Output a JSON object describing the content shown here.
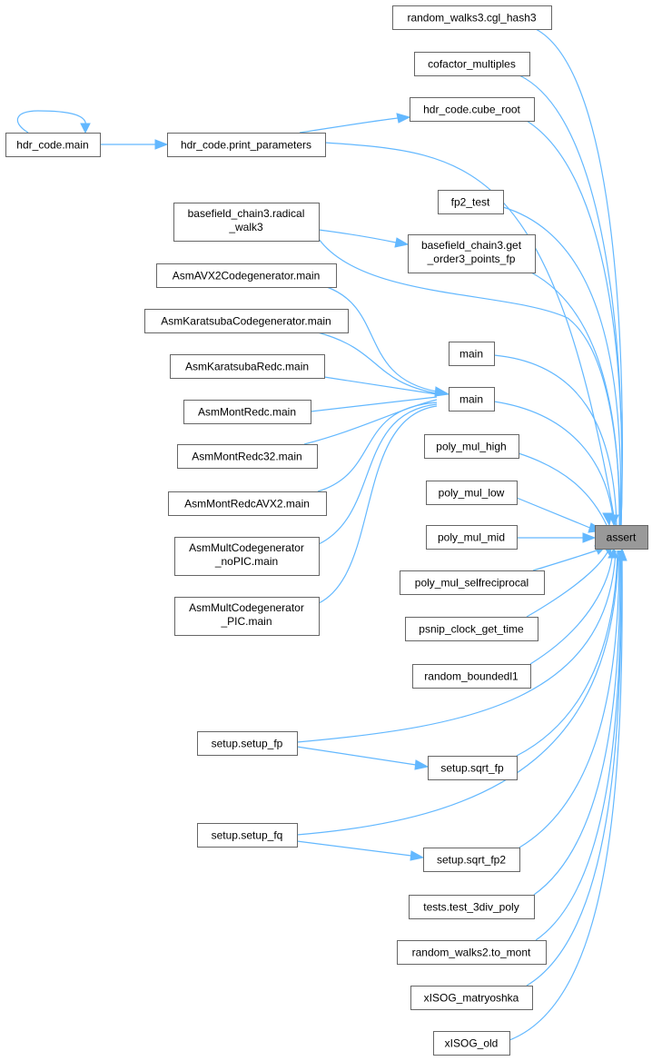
{
  "colors": {
    "edge": "#63b8ff",
    "node_border": "#666666",
    "focus_fill": "#999999",
    "node_fill": "#ffffff"
  },
  "nodes": {
    "random_walks3_cgl_hash3": [
      "random_walks3.cgl_hash3"
    ],
    "cofactor_multiples": [
      "cofactor_multiples"
    ],
    "hdr_code_cube_root": [
      "hdr_code.cube_root"
    ],
    "hdr_code_main": [
      "hdr_code.main"
    ],
    "hdr_code_print_parameters": [
      "hdr_code.print_parameters"
    ],
    "fp2_test": [
      "fp2_test"
    ],
    "basefield_chain3_radical_walk3": [
      "basefield_chain3.radical",
      "_walk3"
    ],
    "basefield_chain3_get_order3_points_fp": [
      "basefield_chain3.get",
      "_order3_points_fp"
    ],
    "AsmAVX2Codegenerator_main": [
      "AsmAVX2Codegenerator.main"
    ],
    "AsmKaratsubaCodegenerator_main": [
      "AsmKaratsubaCodegenerator.main"
    ],
    "main_a": [
      "main"
    ],
    "AsmKaratsubaRedc_main": [
      "AsmKaratsubaRedc.main"
    ],
    "main_b": [
      "main"
    ],
    "AsmMontRedc_main": [
      "AsmMontRedc.main"
    ],
    "AsmMontRedc32_main": [
      "AsmMontRedc32.main"
    ],
    "poly_mul_high": [
      "poly_mul_high"
    ],
    "AsmMontRedcAVX2_main": [
      "AsmMontRedcAVX2.main"
    ],
    "poly_mul_low": [
      "poly_mul_low"
    ],
    "AsmMultCodegenerator_noPIC_main": [
      "AsmMultCodegenerator",
      "_noPIC.main"
    ],
    "poly_mul_mid": [
      "poly_mul_mid"
    ],
    "assert": [
      "assert"
    ],
    "poly_mul_selfreciprocal": [
      "poly_mul_selfreciprocal"
    ],
    "AsmMultCodegenerator_PIC_main": [
      "AsmMultCodegenerator",
      "_PIC.main"
    ],
    "psnip_clock_get_time": [
      "psnip_clock_get_time"
    ],
    "random_boundedl1": [
      "random_boundedl1"
    ],
    "setup_setup_fp": [
      "setup.setup_fp"
    ],
    "setup_sqrt_fp": [
      "setup.sqrt_fp"
    ],
    "setup_setup_fq": [
      "setup.setup_fq"
    ],
    "setup_sqrt_fp2": [
      "setup.sqrt_fp2"
    ],
    "tests_test_3div_poly": [
      "tests.test_3div_poly"
    ],
    "random_walks2_to_mont": [
      "random_walks2.to_mont"
    ],
    "xISOG_matryoshka": [
      "xISOG_matryoshka"
    ],
    "xISOG_old": [
      "xISOG_old"
    ]
  },
  "edges": [
    [
      "hdr_code_main",
      "hdr_code_main"
    ],
    [
      "hdr_code_main",
      "hdr_code_print_parameters"
    ],
    [
      "hdr_code_print_parameters",
      "hdr_code_cube_root"
    ],
    [
      "hdr_code_print_parameters",
      "assert"
    ],
    [
      "basefield_chain3_radical_walk3",
      "basefield_chain3_get_order3_points_fp"
    ],
    [
      "basefield_chain3_radical_walk3",
      "assert"
    ],
    [
      "AsmAVX2Codegenerator_main",
      "main_b"
    ],
    [
      "AsmKaratsubaCodegenerator_main",
      "main_b"
    ],
    [
      "AsmKaratsubaRedc_main",
      "main_b"
    ],
    [
      "AsmMontRedc_main",
      "main_b"
    ],
    [
      "AsmMontRedc32_main",
      "main_b"
    ],
    [
      "AsmMontRedcAVX2_main",
      "main_b"
    ],
    [
      "AsmMultCodegenerator_noPIC_main",
      "main_b"
    ],
    [
      "AsmMultCodegenerator_PIC_main",
      "main_b"
    ],
    [
      "random_walks3_cgl_hash3",
      "assert"
    ],
    [
      "cofactor_multiples",
      "assert"
    ],
    [
      "hdr_code_cube_root",
      "assert"
    ],
    [
      "fp2_test",
      "assert"
    ],
    [
      "basefield_chain3_get_order3_points_fp",
      "assert"
    ],
    [
      "main_a",
      "assert"
    ],
    [
      "main_b",
      "assert"
    ],
    [
      "poly_mul_high",
      "assert"
    ],
    [
      "poly_mul_low",
      "assert"
    ],
    [
      "poly_mul_mid",
      "assert"
    ],
    [
      "poly_mul_selfreciprocal",
      "assert"
    ],
    [
      "psnip_clock_get_time",
      "assert"
    ],
    [
      "random_boundedl1",
      "assert"
    ],
    [
      "setup_setup_fp",
      "assert"
    ],
    [
      "setup_setup_fp",
      "setup_sqrt_fp"
    ],
    [
      "setup_sqrt_fp",
      "assert"
    ],
    [
      "setup_setup_fq",
      "assert"
    ],
    [
      "setup_setup_fq",
      "setup_sqrt_fp2"
    ],
    [
      "setup_sqrt_fp2",
      "assert"
    ],
    [
      "tests_test_3div_poly",
      "assert"
    ],
    [
      "random_walks2_to_mont",
      "assert"
    ],
    [
      "xISOG_matryoshka",
      "assert"
    ],
    [
      "xISOG_old",
      "assert"
    ]
  ]
}
